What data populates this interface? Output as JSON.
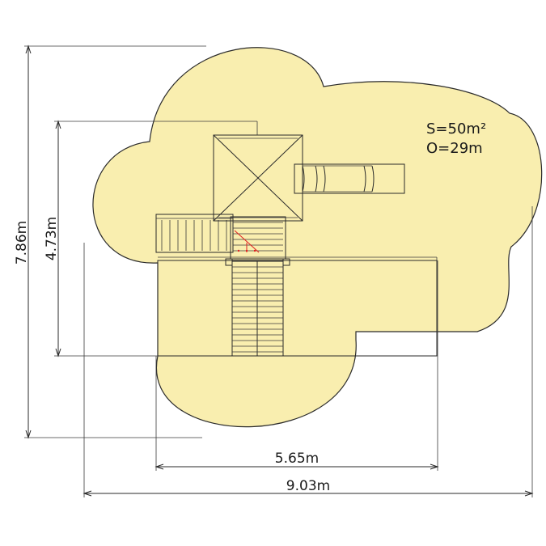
{
  "info": {
    "area": "S=50m²",
    "perimeter": "O=29m"
  },
  "dimensions": {
    "total_height": "7.86m",
    "platform_height": "4.73m",
    "platform_width": "5.65m",
    "total_width": "9.03m"
  },
  "colors": {
    "safety_zone": "#f9eeaf",
    "outline": "#2a2a2a",
    "warning_marks": "#e02020"
  }
}
